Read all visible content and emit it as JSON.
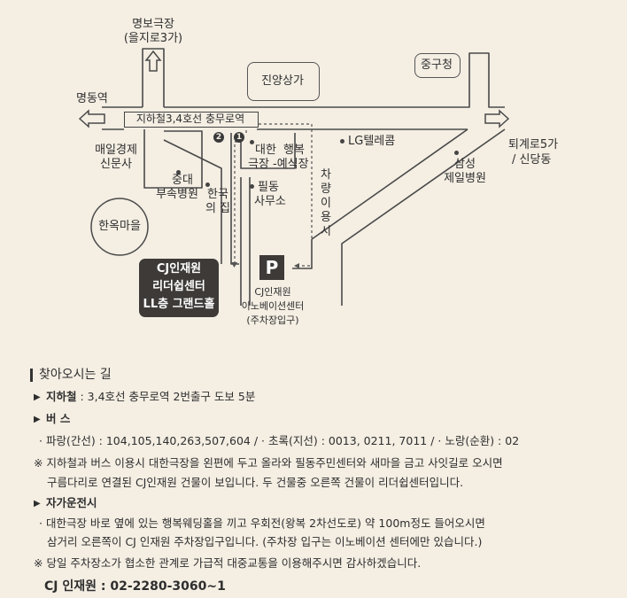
{
  "map": {
    "top_label_1": "명보극장",
    "top_label_2": "(을지로3가)",
    "myeongdong": "명동역",
    "subway_bar": "지하철3,4호선 충무로역",
    "jinyang": "진양상가",
    "junggu": "중구청",
    "maeil_1": "매일경제",
    "maeil_2": "신문사",
    "lg": "LG텔레콤",
    "toegye_1": "퇴계로5가",
    "toegye_2": "/ 신당동",
    "samsung_1": "삼성",
    "samsung_2": "제일병원",
    "daehan_1": "대한",
    "daehan_2": "극장",
    "haengbok_1": "행복",
    "haengbok_2": "-예식장",
    "jungdae_1": "중대",
    "jungdae_2": "부속병원",
    "hanguk_1": "한국",
    "hanguk_2": "의 집",
    "pildong_1": "필동",
    "pildong_2": "사무소",
    "vehicle": [
      "차",
      "량",
      "이",
      "용",
      "시"
    ],
    "hanok": "한옥마을",
    "cj_box": [
      "CJ인재원",
      "리더쉽센터",
      "LL층 그랜드홀"
    ],
    "parking_letter": "P",
    "parking_1": "CJ인재원",
    "parking_2": "이노베이션센터",
    "parking_3": "(주차장입구)",
    "exit_1": "1",
    "exit_2": "2"
  },
  "directions": {
    "heading": "찾아오시는 길",
    "subway_label": "지하철",
    "subway_text": " : 3,4호선 충무로역 2번출구 도보 5분",
    "bus_label": "버  스",
    "bus_line": "· 파랑(간선) : 104,105,140,263,507,604   /  · 초록(지선) : 0013, 0211, 7011   /  · 노랑(순환) : 02",
    "note1_1": "※ 지하철과 버스 이용시 대한극장을 왼편에 두고 올라와 필동주민센터와 새마을 금고 사잇길로 오시면",
    "note1_2": "구름다리로 연결된 CJ인재원 건물이 보입니다. 두 건물중 오른쪽 건물이 리더쉽센터입니다.",
    "car_label": "자가운전시",
    "car_1": "· 대한극장 바로 옆에 있는 행복웨딩홀을 끼고 우회전(왕복 2차선도로) 약 100m정도 들어오시면",
    "car_2": "삼거리 오른쪽이 CJ 인재원 주차장입구입니다. (주차장 입구는 이노베이션 센터에만 있습니다.)",
    "note2": "※ 당일 주차장소가 협소한 관계로 가급적 대중교통을 이용해주시면 감사하겠습니다.",
    "phone": "CJ 인재원 : 02-2280-3060~1"
  }
}
